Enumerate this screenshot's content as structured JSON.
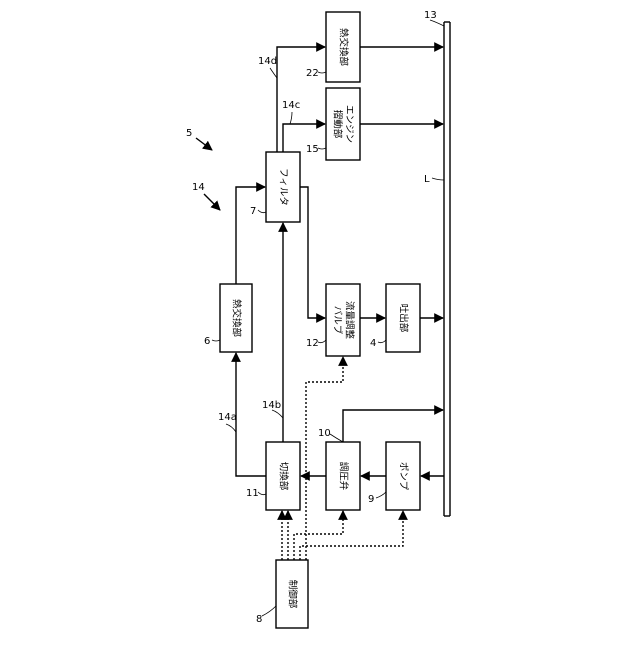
{
  "blocks": {
    "control": "制御部",
    "switch": "切換部",
    "pressure_valve": "調圧弁",
    "pump": "ポンプ",
    "heat_exchanger_6": "熱交換部",
    "filter": "フィルタ",
    "flow_valve_line1": "流量調整",
    "flow_valve_line2": "バルブ",
    "discharge": "吐出部",
    "engine_line1": "エンジン",
    "engine_line2": "摺動部",
    "heat_exchanger_22": "熱交換部"
  },
  "refs": {
    "system": "5",
    "circuit": "14",
    "control": "8",
    "switch": "11",
    "pressure_valve": "10",
    "pump": "9",
    "heat_exchanger_6": "6",
    "filter": "7",
    "flow_valve": "12",
    "discharge": "4",
    "engine": "15",
    "heat_exchanger_22": "22",
    "path_a": "14a",
    "path_b": "14b",
    "path_c": "14c",
    "path_d": "14d",
    "tank": "13",
    "oil": "L"
  }
}
